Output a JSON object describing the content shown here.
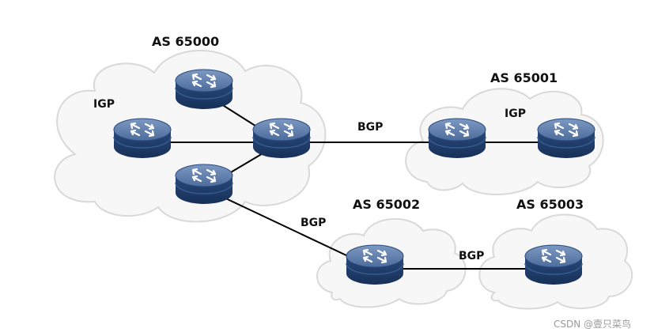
{
  "colors": {
    "cloud_fill": "#f7f7f7",
    "cloud_stroke": "#d9d9d9",
    "router_top": "#5b7ba9",
    "router_side": "#1f3d6b",
    "link": "#000000",
    "text": "#111111"
  },
  "autonomous_systems": [
    {
      "id": "as65000",
      "label": "AS 65000",
      "protocol_label": "IGP"
    },
    {
      "id": "as65001",
      "label": "AS 65001",
      "protocol_label": "IGP"
    },
    {
      "id": "as65002",
      "label": "AS 65002"
    },
    {
      "id": "as65003",
      "label": "AS 65003"
    }
  ],
  "routers": [
    {
      "id": "r1",
      "as": "as65000",
      "icon": "router-icon"
    },
    {
      "id": "r2",
      "as": "as65000",
      "icon": "router-icon"
    },
    {
      "id": "r3",
      "as": "as65000",
      "icon": "router-icon"
    },
    {
      "id": "r4",
      "as": "as65000",
      "icon": "router-icon"
    },
    {
      "id": "r5",
      "as": "as65001",
      "icon": "router-icon"
    },
    {
      "id": "r6",
      "as": "as65001",
      "icon": "router-icon"
    },
    {
      "id": "r7",
      "as": "as65002",
      "icon": "router-icon"
    },
    {
      "id": "r8",
      "as": "as65003",
      "icon": "router-icon"
    }
  ],
  "links": [
    {
      "from": "r1",
      "to": "r4"
    },
    {
      "from": "r2",
      "to": "r4"
    },
    {
      "from": "r3",
      "to": "r4"
    },
    {
      "from": "r4",
      "to": "r5",
      "label": "BGP"
    },
    {
      "from": "r5",
      "to": "r6"
    },
    {
      "from": "r3",
      "to": "r7",
      "label": "BGP"
    },
    {
      "from": "r7",
      "to": "r8",
      "label": "BGP"
    }
  ],
  "watermark": "CSDN @壹只菜鸟"
}
